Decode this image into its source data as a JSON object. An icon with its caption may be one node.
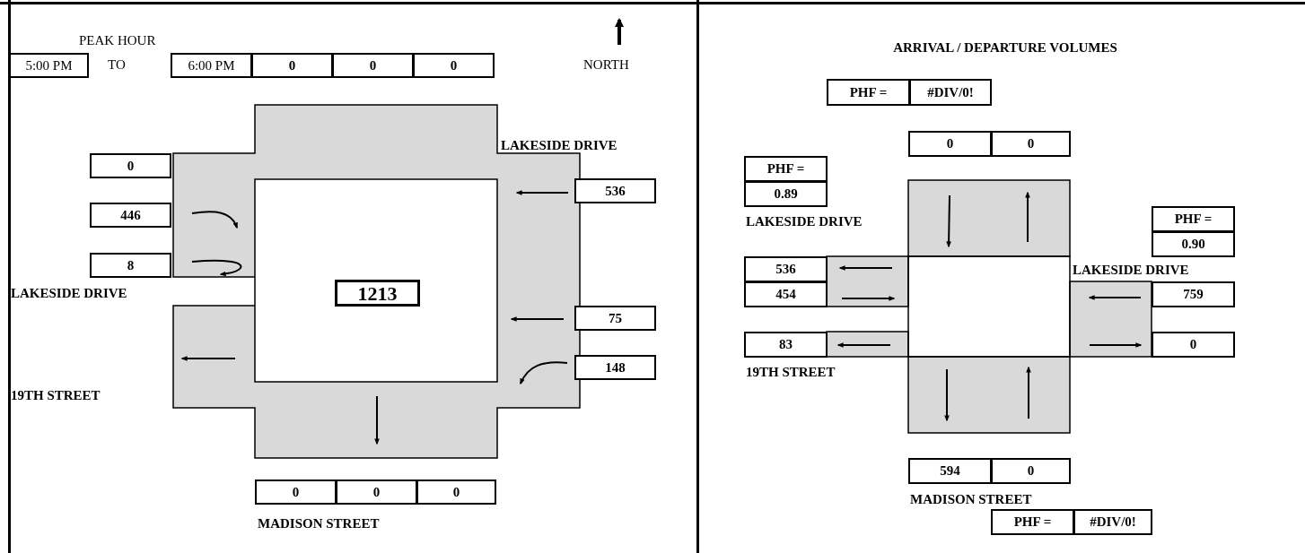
{
  "diagram": {
    "nodes": [
      {
        "text": [
          "5:00 PM"
        ]
      },
      {
        "text": [
          "6:00 PM"
        ]
      },
      {
        "text": [
          "0"
        ]
      },
      {
        "text": [
          "0"
        ]
      },
      {
        "text": [
          "0"
        ]
      },
      {
        "text": [
          "0"
        ]
      },
      {
        "text": [
          "446"
        ]
      },
      {
        "text": [
          "8"
        ]
      },
      {
        "text": [
          "536"
        ]
      },
      {
        "text": [
          "1213"
        ]
      },
      {
        "text": [
          "75"
        ]
      },
      {
        "text": [
          "148"
        ]
      },
      {
        "text": [
          "0"
        ]
      },
      {
        "text": [
          "0"
        ]
      },
      {
        "text": [
          "0"
        ]
      },
      {
        "text": [
          "PHF ="
        ]
      },
      {
        "text": [
          "#DIV/0!"
        ]
      },
      {
        "text": [
          "0"
        ]
      },
      {
        "text": [
          "0"
        ]
      },
      {
        "text": [
          "PHF ="
        ]
      },
      {
        "text": [
          "0.89"
        ]
      },
      {
        "text": [
          "PHF ="
        ]
      },
      {
        "text": [
          "0.90"
        ]
      },
      {
        "text": [
          "536"
        ]
      },
      {
        "text": [
          "454"
        ]
      },
      {
        "text": [
          "759"
        ]
      },
      {
        "text": [
          "83"
        ]
      },
      {
        "text": [
          "0"
        ]
      },
      {
        "text": [
          "594"
        ]
      },
      {
        "text": [
          "0"
        ]
      },
      {
        "text": [
          "PHF ="
        ]
      },
      {
        "text": [
          "#DIV/0!"
        ]
      }
    ],
    "labels": [
      "PEAK HOUR",
      "TO",
      "NORTH",
      "LAKESIDE DRIVE",
      "LAKESIDE DRIVE",
      "19TH STREET",
      "MADISON STREET",
      "ARRIVAL / DEPARTURE VOLUMES",
      "LAKESIDE DRIVE",
      "LAKESIDE DRIVE",
      "19TH STREET",
      "MADISON STREET"
    ]
  }
}
